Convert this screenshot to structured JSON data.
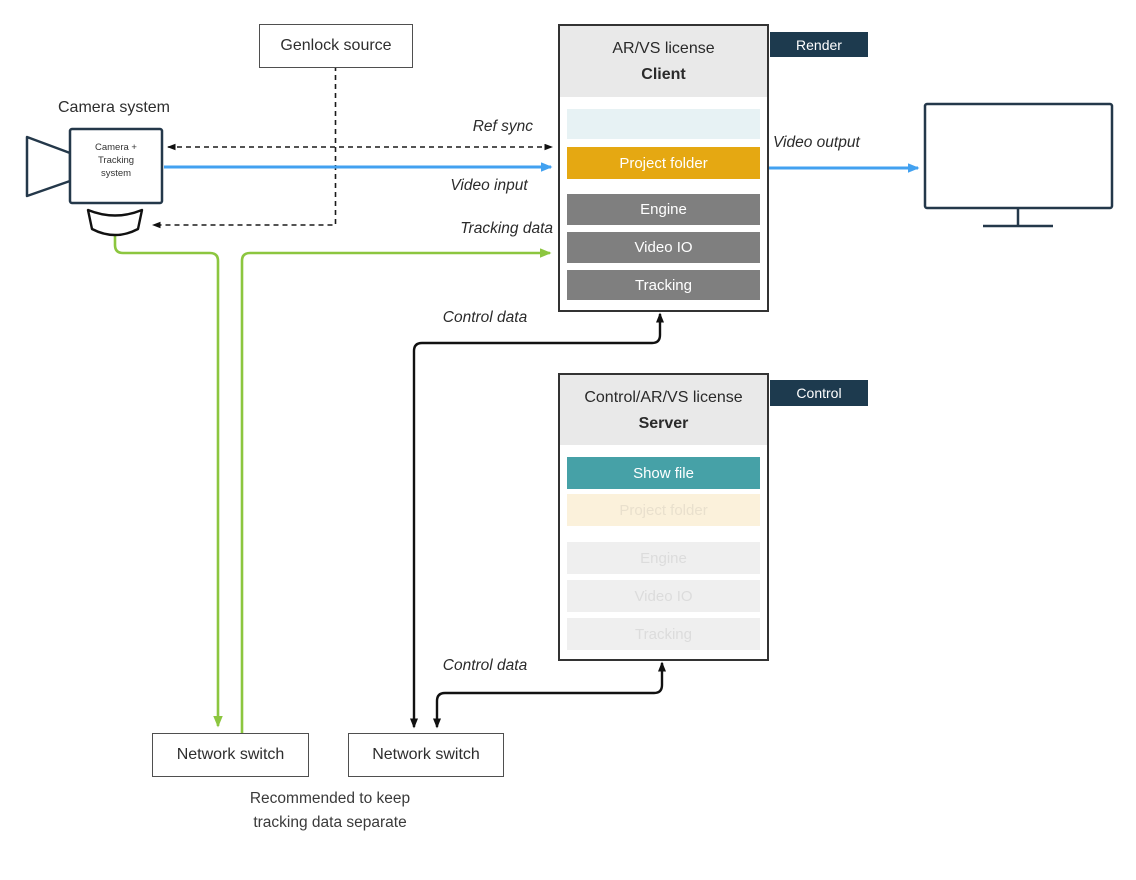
{
  "camera": {
    "title": "Camera system",
    "body_lines": [
      "Camera +",
      "Tracking",
      "system"
    ]
  },
  "genlock": {
    "label": "Genlock source"
  },
  "client": {
    "license": "AR/VS license",
    "role": "Client",
    "tag": "Render",
    "rows": [
      {
        "label": "",
        "type": "paleblue"
      },
      {
        "label": "Project folder",
        "type": "orange"
      },
      {
        "label": "Engine",
        "type": "gray"
      },
      {
        "label": "Video IO",
        "type": "gray"
      },
      {
        "label": "Tracking",
        "type": "gray"
      }
    ]
  },
  "server": {
    "license": "Control/AR/VS license",
    "role": "Server",
    "tag": "Control",
    "rows": [
      {
        "label": "Show file",
        "type": "teal"
      },
      {
        "label": "Project folder",
        "type": "cream"
      },
      {
        "label": "Engine",
        "type": "faded"
      },
      {
        "label": "Video IO",
        "type": "faded"
      },
      {
        "label": "Tracking",
        "type": "faded"
      }
    ]
  },
  "switches": [
    {
      "label": "Network switch"
    },
    {
      "label": "Network switch"
    }
  ],
  "note": [
    "Recommended to keep",
    "tracking data separate"
  ],
  "edge_labels": {
    "ref_sync": "Ref sync",
    "video_input": "Video input",
    "tracking_data": "Tracking data",
    "control_data_top": "Control data",
    "control_data_bottom": "Control data",
    "video_output": "Video output"
  },
  "colors": {
    "navy": "#1d3a4e",
    "blue": "#42a1f0",
    "green": "#8cc63f",
    "orange": "#e5a812",
    "teal": "#46a1a7",
    "dark": "#24384a",
    "black": "#1a1a1a",
    "row_gray": "#7f7f7f",
    "pale_blue": "#e7f2f4",
    "cream": "#fbf1db",
    "faded_bg": "#efefef",
    "header_bg": "#e9e9e9"
  }
}
